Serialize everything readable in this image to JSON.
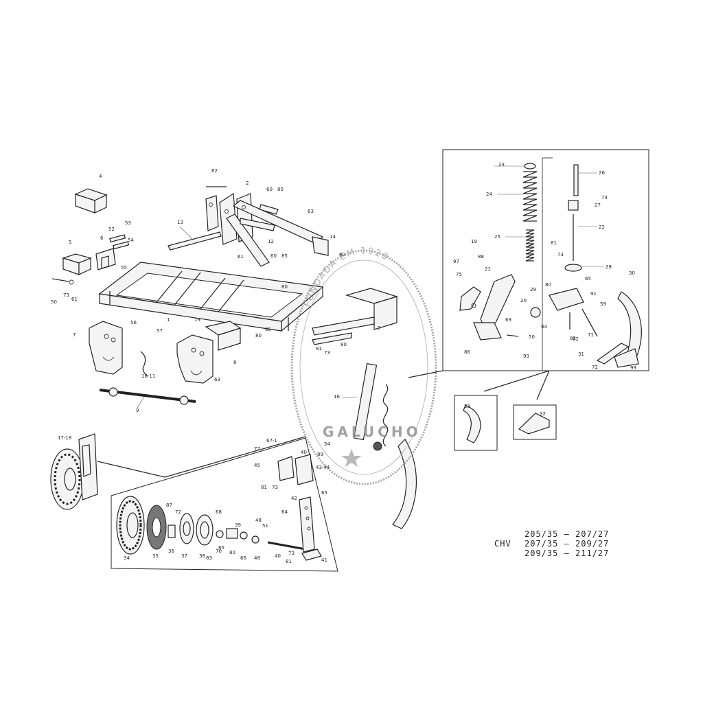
{
  "diagram": {
    "stamp": {
      "top_text": "FUNDADA EM 1920",
      "bottom_text": "GALUCHO"
    },
    "model_codes": {
      "prefix": "CHV",
      "line1": "205/35 — 207/27",
      "line2": "207/35 — 209/27",
      "line3": "209/35 — 211/27"
    },
    "callouts": {
      "frame": "1",
      "hitch": "2",
      "support": "3",
      "bracket_4": "4",
      "clamp_5": "5",
      "clamp_6": "6",
      "side_plate_left": "7",
      "side_plate_right": "8",
      "axle": "9",
      "spring_pin": "10-11",
      "brace_12": "12",
      "arm_13": "13",
      "link_14": "14",
      "tine": "16",
      "wheel": "17-18",
      "sleeve_19": "19",
      "tube_20": "20",
      "washer_21": "21",
      "rod_22": "22",
      "cap_23": "23",
      "spring_24": "24",
      "spring_25": "25",
      "pin_26": "26",
      "nut_27": "27",
      "plate_28": "28",
      "lever_29": "29",
      "shank_30": "30",
      "point_31": "31",
      "share_32": "32",
      "share_33": "33",
      "tyre_34": "34",
      "rim_35": "35",
      "hub_36": "36",
      "hub_37": "37",
      "drum_38": "38",
      "ring_39": "39",
      "bolt_40": "40",
      "foot_41": "41",
      "post_42": "42",
      "clamp_43_44": "43-44",
      "bracket_45": "45",
      "cone_48": "48",
      "bolt_50": "50",
      "bolt_51": "51",
      "pin_52": "52",
      "pin_53": "53",
      "pin_54": "54",
      "bolt_55": "55",
      "pin_56": "56",
      "pin_57": "57",
      "bolt_59": "59",
      "nut_60": "60",
      "bolt_61": "61",
      "bolt_62": "62",
      "nut_63": "63",
      "screw_64": "64",
      "washer_65": "65",
      "washer_66": "66",
      "washer_67": "67-1",
      "cap_68": "68",
      "rod_69": "69",
      "seal_70": "70",
      "nut_71": "71",
      "bolt_72": "72",
      "washer_73": "73",
      "washer_74": "74",
      "washer_75": "75",
      "pin_77": "77",
      "washer_80": "80",
      "nut_81": "81",
      "pin_82": "82",
      "nut_83": "83",
      "bolt_84": "84",
      "bolt_85": "85",
      "nut_86": "86",
      "bolt_87": "87",
      "nut_88": "88",
      "bolt_89": "89",
      "bolt_91": "91",
      "nut_92": "92",
      "nut_93": "93",
      "bolt_97": "97",
      "point_99": "99"
    }
  }
}
